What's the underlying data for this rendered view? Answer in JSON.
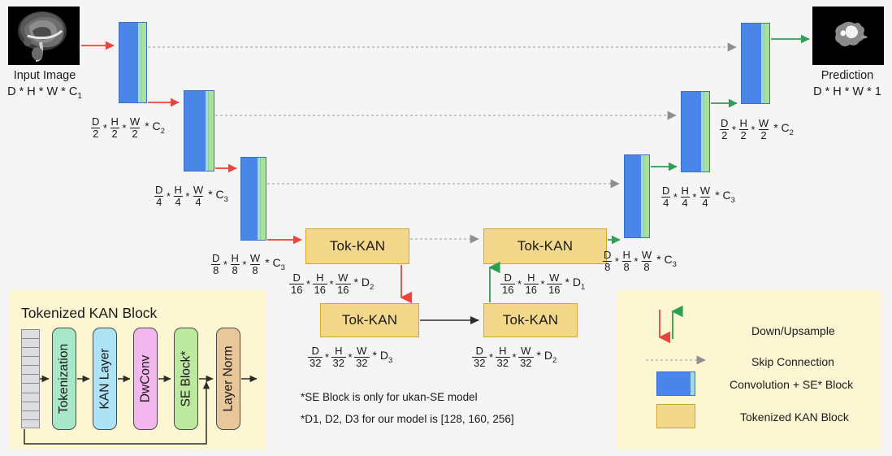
{
  "figure": {
    "background": "#f5f5f5",
    "panel_background": "#fdf6d3",
    "colors": {
      "conv_blue": "#4a86e8",
      "conv_green_strip": "#a8e0a0",
      "tokkan_fill": "#f3d78b",
      "tokkan_border": "#d4a72c",
      "downsample_arrow": "#e8453c",
      "upsample_arrow": "#2e9e52",
      "skip_arrow": "#b0b0b0",
      "plain_arrow": "#333333"
    }
  },
  "input": {
    "caption_line1": "Input Image",
    "caption_line2_parts": [
      "D",
      "*",
      "H",
      "*",
      "W",
      "*",
      "C"
    ],
    "caption_line2": "D * H * W * C₁",
    "image_name": "brain-mri-sagittal"
  },
  "prediction": {
    "caption_line1": "Prediction",
    "caption_line2": "D * H * W * 1",
    "image_name": "segmentation-mask"
  },
  "shape_labels": {
    "enc_c2": {
      "num": [
        "D",
        "H",
        "W"
      ],
      "den": [
        "2",
        "2",
        "2"
      ],
      "tail": "C",
      "sub": "2"
    },
    "enc_c3_l3": {
      "num": [
        "D",
        "H",
        "W"
      ],
      "den": [
        "4",
        "4",
        "4"
      ],
      "tail": "C",
      "sub": "3"
    },
    "enc_c3_l4": {
      "num": [
        "D",
        "H",
        "W"
      ],
      "den": [
        "8",
        "8",
        "8"
      ],
      "tail": "C",
      "sub": "3"
    },
    "kan_d2": {
      "num": [
        "D",
        "H",
        "W"
      ],
      "den": [
        "16",
        "16",
        "16"
      ],
      "tail": "D",
      "sub": "2"
    },
    "kan_d3": {
      "num": [
        "D",
        "H",
        "W"
      ],
      "den": [
        "32",
        "32",
        "32"
      ],
      "tail": "D",
      "sub": "3"
    },
    "kan_d2_r": {
      "num": [
        "D",
        "H",
        "W"
      ],
      "den": [
        "32",
        "32",
        "32"
      ],
      "tail": "D",
      "sub": "2"
    },
    "kan_d1_r": {
      "num": [
        "D",
        "H",
        "W"
      ],
      "den": [
        "16",
        "16",
        "16"
      ],
      "tail": "D",
      "sub": "1"
    },
    "dec_c3_l4": {
      "num": [
        "D",
        "H",
        "W"
      ],
      "den": [
        "8",
        "8",
        "8"
      ],
      "tail": "C",
      "sub": "3"
    },
    "dec_c3_l3": {
      "num": [
        "D",
        "H",
        "W"
      ],
      "den": [
        "4",
        "4",
        "4"
      ],
      "tail": "C",
      "sub": "3"
    },
    "dec_c2": {
      "num": [
        "D",
        "H",
        "W"
      ],
      "den": [
        "2",
        "2",
        "2"
      ],
      "tail": "C",
      "sub": "2"
    }
  },
  "tokkan_blocks": [
    {
      "id": "enc-kan-1",
      "label": "Tok-KAN"
    },
    {
      "id": "enc-kan-2",
      "label": "Tok-KAN"
    },
    {
      "id": "dec-kan-1",
      "label": "Tok-KAN"
    },
    {
      "id": "dec-kan-2",
      "label": "Tok-KAN"
    }
  ],
  "kan_panel": {
    "title": "Tokenized KAN Block",
    "stages": [
      {
        "label": "Tokenization",
        "color": "#a8e8c8"
      },
      {
        "label": "KAN Layer",
        "color": "#aee2f5"
      },
      {
        "label": "DwConv",
        "color": "#f2b8ee"
      },
      {
        "label": "SE Block*",
        "color": "#bce8a0"
      },
      {
        "label": "Layer Norm",
        "color": "#e8c79a"
      }
    ],
    "token_cells": 11
  },
  "notes": [
    "*SE Block is only for ukan-SE model",
    "*D1, D2, D3 for our model is [128, 160, 256]"
  ],
  "legend": {
    "items": [
      {
        "icon": "down-up-arrows",
        "label": "Down/Upsample"
      },
      {
        "icon": "dashed-arrow",
        "label": "Skip Connection"
      },
      {
        "icon": "blue-block",
        "label": "Convolution + SE* Block"
      },
      {
        "icon": "yellow-block",
        "label": "Tokenized KAN Block"
      }
    ]
  }
}
